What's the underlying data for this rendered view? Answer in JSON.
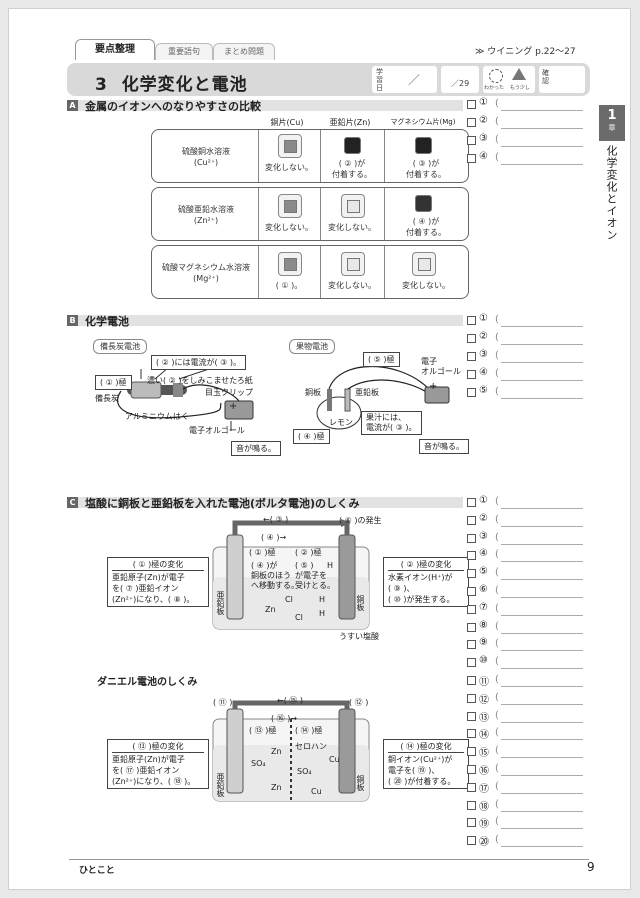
{
  "tabs": [
    "要点整理",
    "重要語句",
    "まとめ問題"
  ],
  "top_ref": "≫ ウイニング p.22〜27",
  "header": {
    "number": "3",
    "title": "化学変化と電池",
    "study_day_label": "学習日",
    "date_sep": "／",
    "score": "／29",
    "mark_understood": "わかった",
    "mark_again": "もう少し",
    "check_label": "確認"
  },
  "chapter": {
    "number": "1",
    "unit": "章",
    "title": "化学変化とイオン"
  },
  "section_a": {
    "letter": "A",
    "title": "金属のイオンへのなりやすさの比較",
    "col_headers": [
      "銅片(Cu)",
      "亜鉛片(Zn)",
      "マグネシウム片(Mg)"
    ],
    "rows": [
      {
        "label": "硫酸銅水溶液",
        "ion": "(Cu²⁺)",
        "cells": [
          "変化しない。",
          "( ② )が\n付着する。",
          "( ③ )が\n付着する。"
        ]
      },
      {
        "label": "硫酸亜鉛水溶液",
        "ion": "(Zn²⁺)",
        "cells": [
          "変化しない。",
          "変化しない。",
          "( ④ )が\n付着する。"
        ]
      },
      {
        "label": "硫酸マグネシウム水溶液",
        "ion": "(Mg²⁺)",
        "cells": [
          "( ① )。",
          "変化しない。",
          "変化しない。"
        ]
      }
    ]
  },
  "section_b": {
    "letter": "B",
    "title": "化学電池",
    "charcoal": {
      "tag": "備長炭電池",
      "pole1": "( ① )極",
      "charcoal": "備長炭",
      "current": "( ② )には電流が( ③ )。",
      "paper": "濃い( ② )をしみこませたろ紙",
      "clip": "目玉クリップ",
      "foil": "アルミニウムはく",
      "player": "電子オルゴール",
      "sound": "音が鳴る。",
      "plus": "+",
      "minus": "−"
    },
    "fruit": {
      "tag": "果物電池",
      "pole5": "( ⑤ )極",
      "player": "電子\nオルゴール",
      "copper": "銅板",
      "zinc": "亜鉛板",
      "lemon": "レモン",
      "juice": "果汁には、\n電流が( ③ )。",
      "pole4": "( ④ )極",
      "sound": "音が鳴る。",
      "plus": "+",
      "minus": "−"
    }
  },
  "section_c": {
    "letter": "C",
    "title": "塩酸に銅板と亜鉛板を入れた電池(ボルタ電池)のしくみ",
    "volta": {
      "top_arrow": "←( ③ )",
      "gas": "( ⑥ )の発生",
      "e_arrow": "( ④ )→",
      "pole1": "( ① )極",
      "pole2": "( ② )極",
      "flow1": "( ④ )が\n銅板のほう\nへ移動する。",
      "flow2": "( ⑤ )\nが電子を\n受けとる。",
      "left_box_title": "( ① )極の変化",
      "left_box": "亜鉛原子(Zn)が電子\nを( ⑦ )亜鉛イオン\n(Zn²⁺)になり、( ⑧ )。",
      "right_box_title": "( ② )極の変化",
      "right_box": "水素イオン(H⁺)が\n( ⑨ )、\n( ⑩ )が発生する。",
      "zinc_plate": "亜鉛板",
      "copper_plate": "銅板",
      "acid": "うすい塩酸",
      "ions": [
        "Zn",
        "Cl",
        "Cl",
        "H",
        "H",
        "H"
      ]
    },
    "daniell_title": "ダニエル電池のしくみ",
    "daniell": {
      "p11": "( ⑪ )",
      "p12": "( ⑫ )",
      "p15": "←( ⑮ )",
      "p16": "( ⑯ )→",
      "p13": "( ⑬ )極",
      "p14": "( ⑭ )極",
      "membrane": "セロハン",
      "left_box_title": "( ⑬ )極の変化",
      "left_box": "亜鉛原子(Zn)が電子\nを( ⑰ )亜鉛イオン\n(Zn²⁺)になり、( ⑱ )。",
      "right_box_title": "( ⑭ )極の変化",
      "right_box": "銅イオン(Cu²⁺)が\n電子を( ⑲ )、\n( ⑳ )が付着する。",
      "zinc_plate": "亜鉛板",
      "copper_plate": "銅板",
      "ions": [
        "Zn",
        "Zn",
        "SO₄",
        "SO₄",
        "Cu",
        "Cu"
      ]
    }
  },
  "answers_a": [
    "①",
    "②",
    "③",
    "④"
  ],
  "answers_b": [
    "①",
    "②",
    "③",
    "④",
    "⑤"
  ],
  "answers_c": [
    "①",
    "②",
    "③",
    "④",
    "⑤",
    "⑥",
    "⑦",
    "⑧",
    "⑨",
    "⑩",
    "⑪",
    "⑫",
    "⑬",
    "⑭",
    "⑮",
    "⑯",
    "⑰",
    "⑱",
    "⑲",
    "⑳"
  ],
  "footer": {
    "label": "ひとこと",
    "page": "9"
  }
}
